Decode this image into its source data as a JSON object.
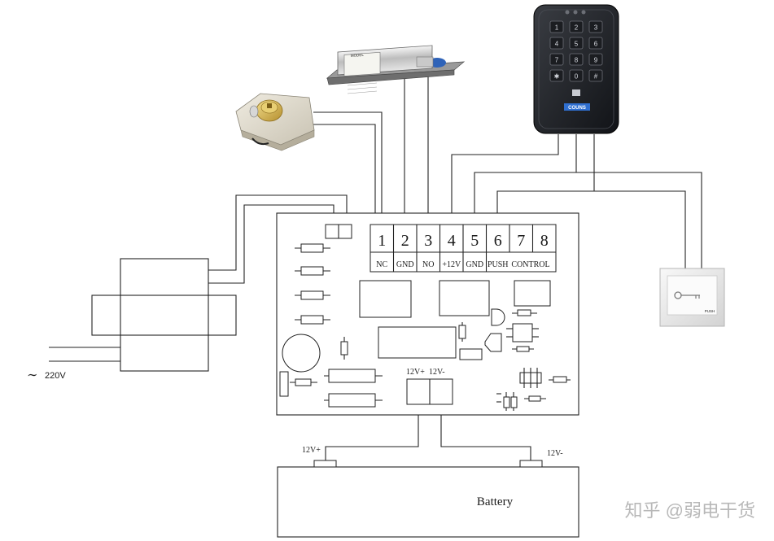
{
  "terminals": [
    {
      "num": "1",
      "label": "NC"
    },
    {
      "num": "2",
      "label": "GND"
    },
    {
      "num": "3",
      "label": "NO"
    },
    {
      "num": "4",
      "label": "+12V"
    },
    {
      "num": "5",
      "label": "GND"
    },
    {
      "num": "6",
      "label": "PUSH"
    },
    {
      "num": "7",
      "label": ""
    },
    {
      "num": "8",
      "label": ""
    }
  ],
  "labels": {
    "control": "CONTROL",
    "board_pos": "12V+",
    "board_neg": "12V-",
    "bat_pos": "12V+",
    "bat_neg": "12V-",
    "battery": "Battery",
    "ac_symbol": "∼",
    "ac_voltage": "220V",
    "watermark": "知乎 @弱电干货"
  },
  "devices": {
    "keypad_brand": "COUNS",
    "keypad_keys": [
      "1",
      "2",
      "3",
      "4",
      "5",
      "6",
      "7",
      "8",
      "9",
      "✱",
      "0",
      "#"
    ],
    "bolt_lock_plate": "MODEL",
    "exit_button_text": "PUSH"
  }
}
